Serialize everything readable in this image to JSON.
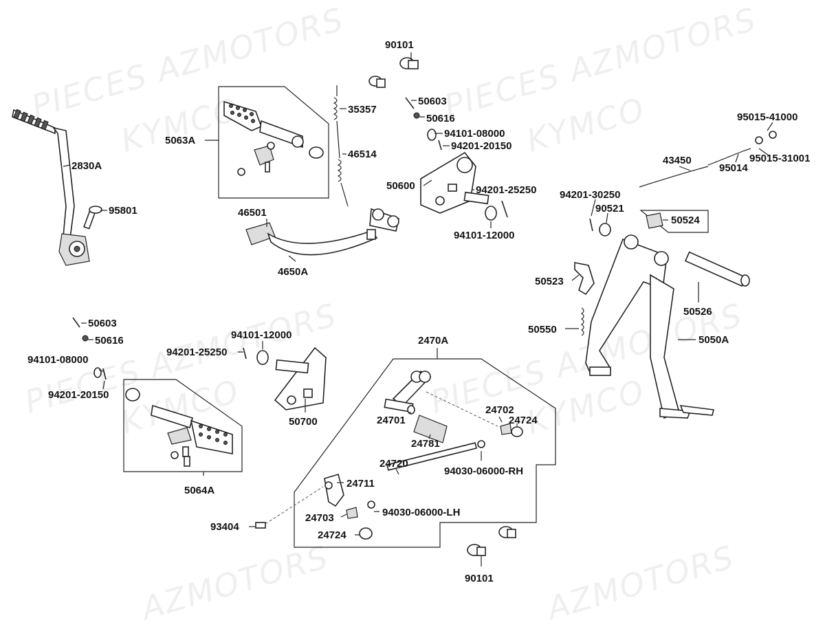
{
  "watermarks": [
    {
      "text": "PIECES AZMOTORS"
    },
    {
      "text": "KYMCO"
    },
    {
      "text": "PIECES AZMOTORS"
    },
    {
      "text": "KYMCO"
    },
    {
      "text": "PIECES AZMOTORS"
    },
    {
      "text": "KYMCO"
    },
    {
      "text": "PIECES AZMOTORS"
    },
    {
      "text": "KYMCO"
    },
    {
      "text": "AZMOTORS"
    },
    {
      "text": "AZMOTORS"
    }
  ],
  "parts": [
    "90101",
    "35357",
    "50603",
    "50616",
    "94101-08000",
    "94201-20150",
    "5063A",
    "46514",
    "2830A",
    "95801",
    "50600",
    "94201-25250",
    "94101-12000",
    "46501",
    "4650A",
    "95015-41000",
    "43450",
    "95015-31001",
    "95014",
    "94201-30250",
    "90521",
    "50524",
    "50523",
    "50526",
    "50550",
    "5050A",
    "50603",
    "50616",
    "94101-12000",
    "94201-25250",
    "94101-08000",
    "94201-20150",
    "2470A",
    "50700",
    "5064A",
    "24701",
    "24702",
    "24724",
    "24781",
    "24720",
    "94030-06000-RH",
    "24711",
    "94030-06000-LH",
    "24703",
    "93404",
    "24724",
    "90101"
  ]
}
